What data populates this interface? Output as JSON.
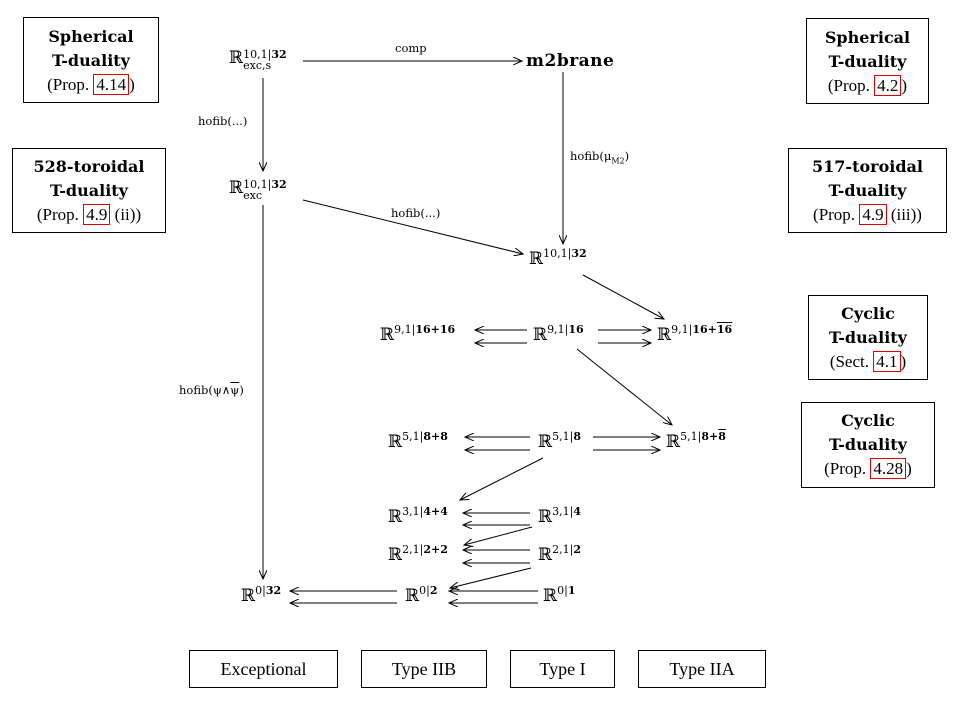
{
  "boxes": {
    "spherical_left": {
      "title1": "Spherical",
      "title2": "T-duality",
      "pre": "(Prop. ",
      "ref": "4.14",
      "post": ")"
    },
    "toroidal_528": {
      "title1": "528-toroidal",
      "title2": "T-duality",
      "pre": "(Prop. ",
      "ref": "4.9",
      "post": " (ii))"
    },
    "spherical_right": {
      "title1": "Spherical",
      "title2": "T-duality",
      "pre": "(Prop. ",
      "ref": "4.2",
      "post": ")"
    },
    "toroidal_517": {
      "title1": "517-toroidal",
      "title2": "T-duality",
      "pre": "(Prop. ",
      "ref": "4.9",
      "post": " (iii))"
    },
    "cyclic_sect": {
      "title1": "Cyclic",
      "title2": "T-duality",
      "pre": "(Sect. ",
      "ref": "4.1",
      "post": ")"
    },
    "cyclic_prop": {
      "title1": "Cyclic",
      "title2": "T-duality",
      "pre": "(Prop. ",
      "ref": "4.28",
      "post": ")"
    }
  },
  "nodes": {
    "exc_s": {
      "base": "ℝ",
      "sup": "10,1|",
      "supb": "32",
      "sub": "exc,s"
    },
    "exc": {
      "base": "ℝ",
      "sup": "10,1|",
      "supb": "32",
      "sub": "exc"
    },
    "m2brane": {
      "text": "m2brane"
    },
    "r10": {
      "base": "ℝ",
      "sup": "10,1|",
      "supb": "32"
    },
    "r9_1616": {
      "base": "ℝ",
      "sup": "9,1|",
      "supb": "16+16"
    },
    "r9_16": {
      "base": "ℝ",
      "sup": "9,1|",
      "supb": "16"
    },
    "r9_16bar": {
      "base": "ℝ",
      "sup": "9,1|",
      "supb": "16+",
      "supbar": "16"
    },
    "r5_88": {
      "base": "ℝ",
      "sup": "5,1|",
      "supb": "8+8"
    },
    "r5_8": {
      "base": "ℝ",
      "sup": "5,1|",
      "supb": "8"
    },
    "r5_8bar": {
      "base": "ℝ",
      "sup": "5,1|",
      "supb": "8+",
      "supbar": "8"
    },
    "r3_44": {
      "base": "ℝ",
      "sup": "3,1|",
      "supb": "4+4"
    },
    "r3_4": {
      "base": "ℝ",
      "sup": "3,1|",
      "supb": "4"
    },
    "r2_22": {
      "base": "ℝ",
      "sup": "2,1|",
      "supb": "2+2"
    },
    "r2_2": {
      "base": "ℝ",
      "sup": "2,1|",
      "supb": "2"
    },
    "r0_32": {
      "base": "ℝ",
      "sup": "0|",
      "supb": "32"
    },
    "r0_2": {
      "base": "ℝ",
      "sup": "0|",
      "supb": "2"
    },
    "r0_1": {
      "base": "ℝ",
      "sup": "0|",
      "supb": "1"
    }
  },
  "labels": {
    "comp": "comp",
    "hofib_dots_1": "hofib(...)",
    "hofib_mu": "hofib(μ",
    "hofib_mu_sub": "M2",
    "hofib_mu_close": ")",
    "hofib_dots_2": "hofib(...)",
    "hofib_psi": "hofib(ψ∧",
    "hofib_psi_bar": "ψ",
    "hofib_psi_close": ")"
  },
  "footer": [
    "Exceptional",
    "Type IIB",
    "Type I",
    "Type IIA"
  ]
}
